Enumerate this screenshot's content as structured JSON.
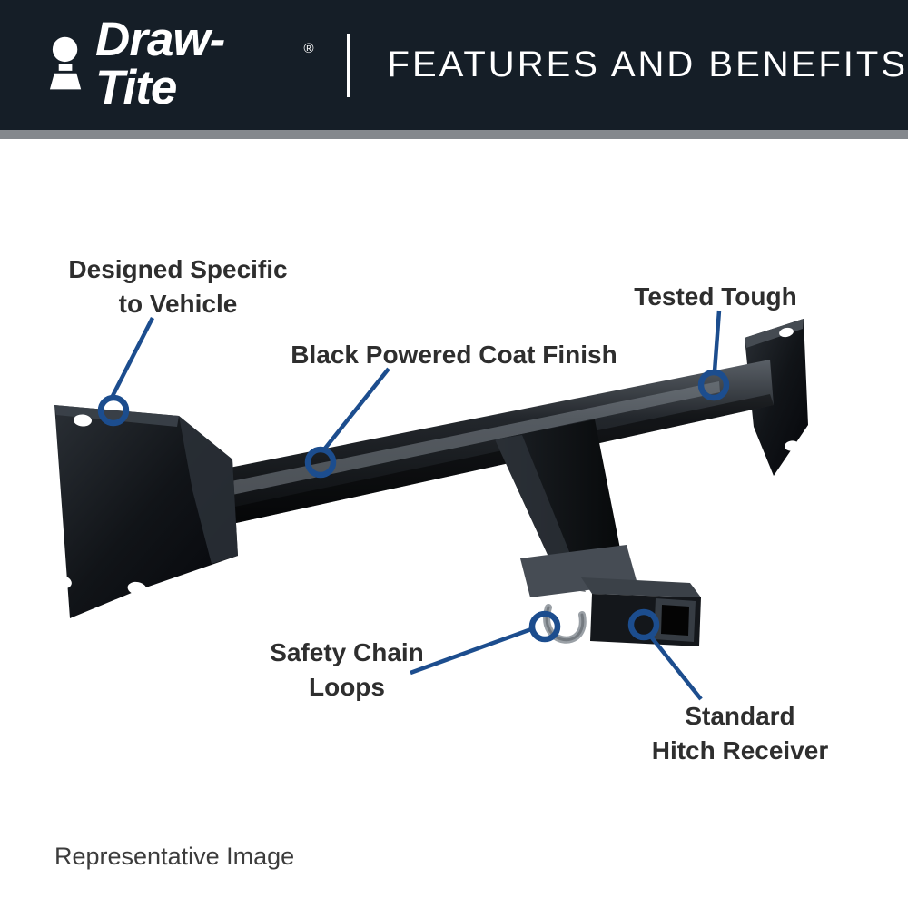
{
  "header": {
    "brand": "Draw-Tite",
    "registered_mark": "®",
    "title": "FEATURES AND BENEFITS"
  },
  "callouts": {
    "designed_specific": {
      "line1": "Designed Specific",
      "line2": "to Vehicle"
    },
    "tested_tough": {
      "label": "Tested Tough"
    },
    "black_powder_coat": {
      "label": "Black Powered Coat Finish"
    },
    "safety_chain": {
      "line1": "Safety Chain",
      "line2": "Loops"
    },
    "hitch_receiver": {
      "line1": "Standard",
      "line2": "Hitch Receiver"
    }
  },
  "footer": {
    "caption": "Representative Image"
  },
  "colors": {
    "header_bg": "#151e27",
    "header_text": "#ffffff",
    "accent_blue": "#1c4d8e",
    "label_text": "#2e2e2e",
    "divider_gray": "#84888d"
  }
}
